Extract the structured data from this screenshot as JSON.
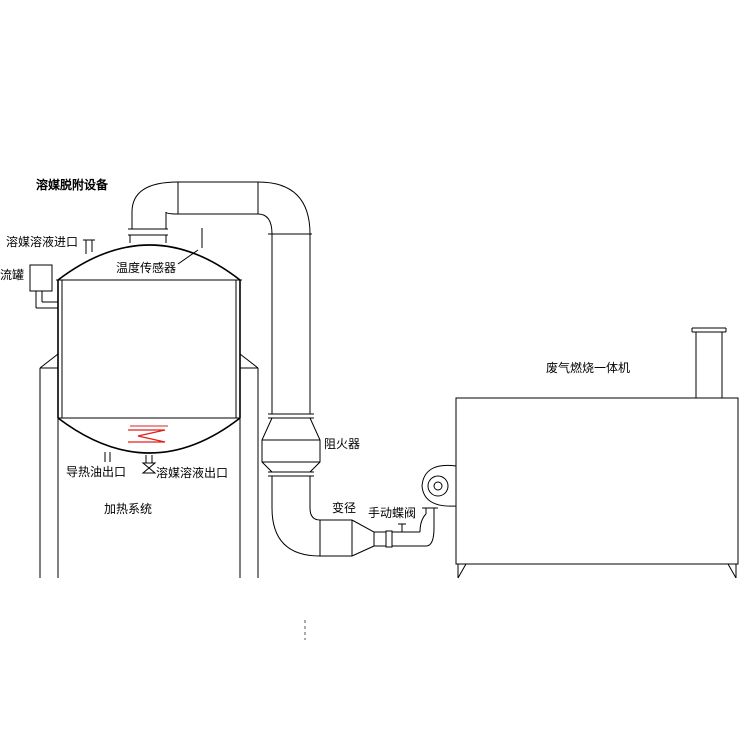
{
  "title": "溶媒脱附设备",
  "labels": {
    "solvent_inlet": "溶媒溶液进口",
    "reflux_tank": "回流罐",
    "temp_sensor": "温度传感器",
    "flame_arrester": "阻火器",
    "reducer": "变径",
    "manual_butterfly_valve": "手动蝶阀",
    "waste_gas_unit": "废气燃烧一体机",
    "heat_oil_outlet": "导热油出口",
    "solvent_outlet": "溶媒溶液出口",
    "heating_system": "加热系统"
  },
  "colors": {
    "line": "#000000",
    "heater": "#e0201c",
    "background": "#ffffff"
  }
}
